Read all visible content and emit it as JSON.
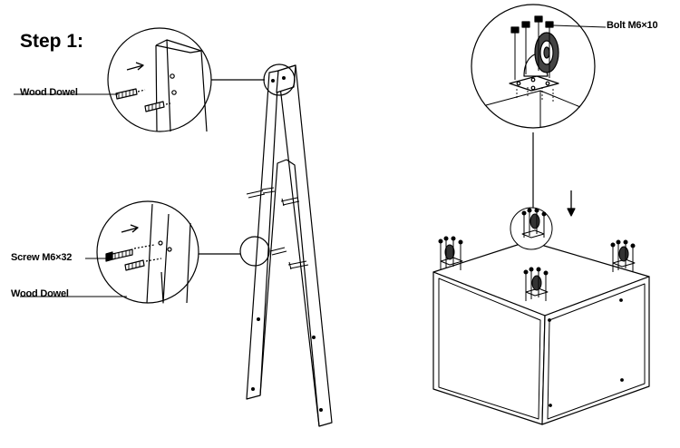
{
  "title": "Step 1:",
  "labels": {
    "wood_dowel_top": "Wood Dowel",
    "screw": "Screw M6×32",
    "wood_dowel_bottom": "Wood Dowel",
    "bolt": "Bolt M6×10"
  }
}
